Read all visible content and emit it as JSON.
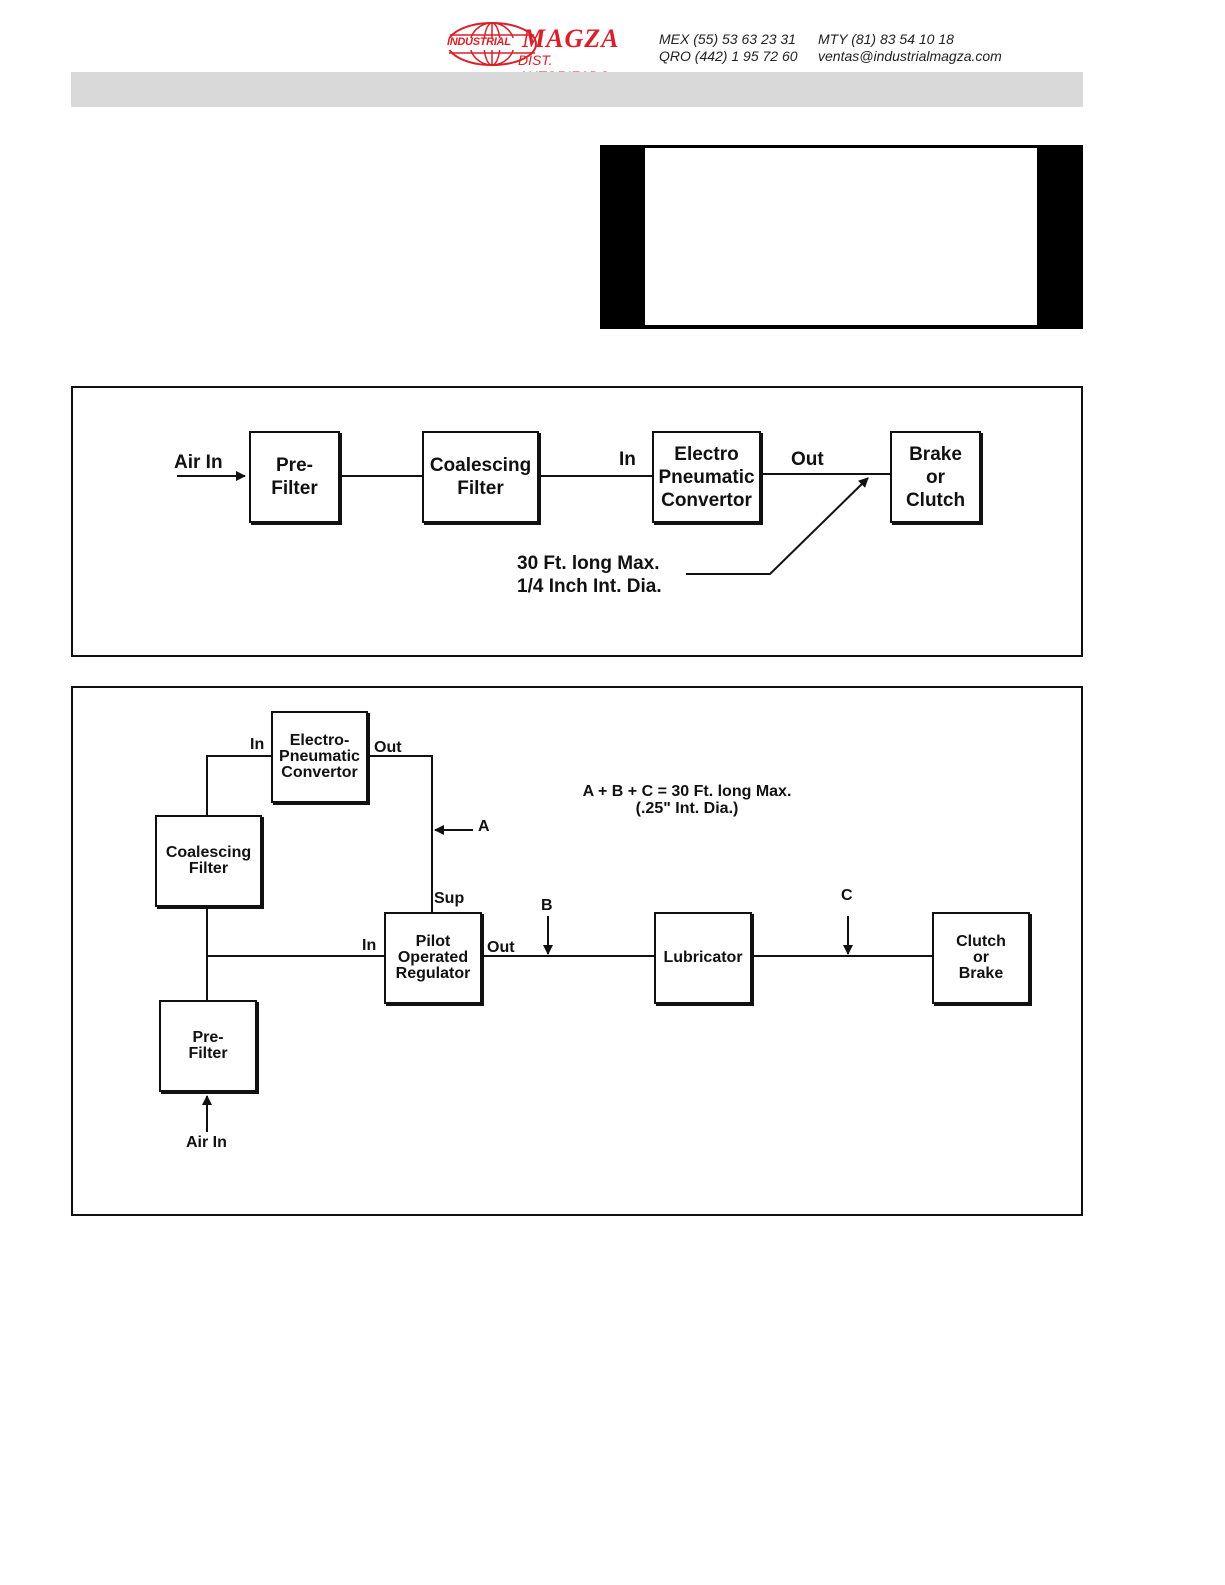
{
  "header": {
    "logo": {
      "word_industrial": "INDUSTRIAL",
      "word_brand": "MAGZA",
      "word_dist": "DIST. AUTORIZADO",
      "brand_color": "#d8202a"
    },
    "phone_mex": "MEX (55) 53 63 23 31",
    "phone_qro": "QRO (442) 1 95 72 60",
    "phone_mty": "MTY (81) 83 54 10 18",
    "email": "ventas@industrialmagza.com"
  },
  "diagram1": {
    "nodes": {
      "prefilter": "Pre-\nFilter",
      "coalescing": "Coalescing\nFilter",
      "converter": "Electro\nPneumatic\nConvertor",
      "brake": "Brake\nor\nClutch"
    },
    "labels": {
      "air_in": "Air In",
      "in": "In",
      "out": "Out",
      "note": "30 Ft. long Max.\n1/4 Inch Int. Dia."
    }
  },
  "diagram2": {
    "nodes": {
      "converter": "Electro-\nPneumatic\nConvertor",
      "coalescing": "Coalescing\nFilter",
      "regulator": "Pilot\nOperated\nRegulator",
      "lubricator": "Lubricator",
      "clutch": "Clutch\nor\nBrake",
      "prefilter": "Pre-\nFilter"
    },
    "labels": {
      "conv_in": "In",
      "conv_out": "Out",
      "a": "A",
      "sup": "Sup",
      "reg_in": "In",
      "reg_out": "Out",
      "b": "B",
      "c": "C",
      "air_in": "Air In",
      "formula": "A + B + C = 30 Ft. long Max.\n(.25\" Int. Dia.)"
    }
  }
}
